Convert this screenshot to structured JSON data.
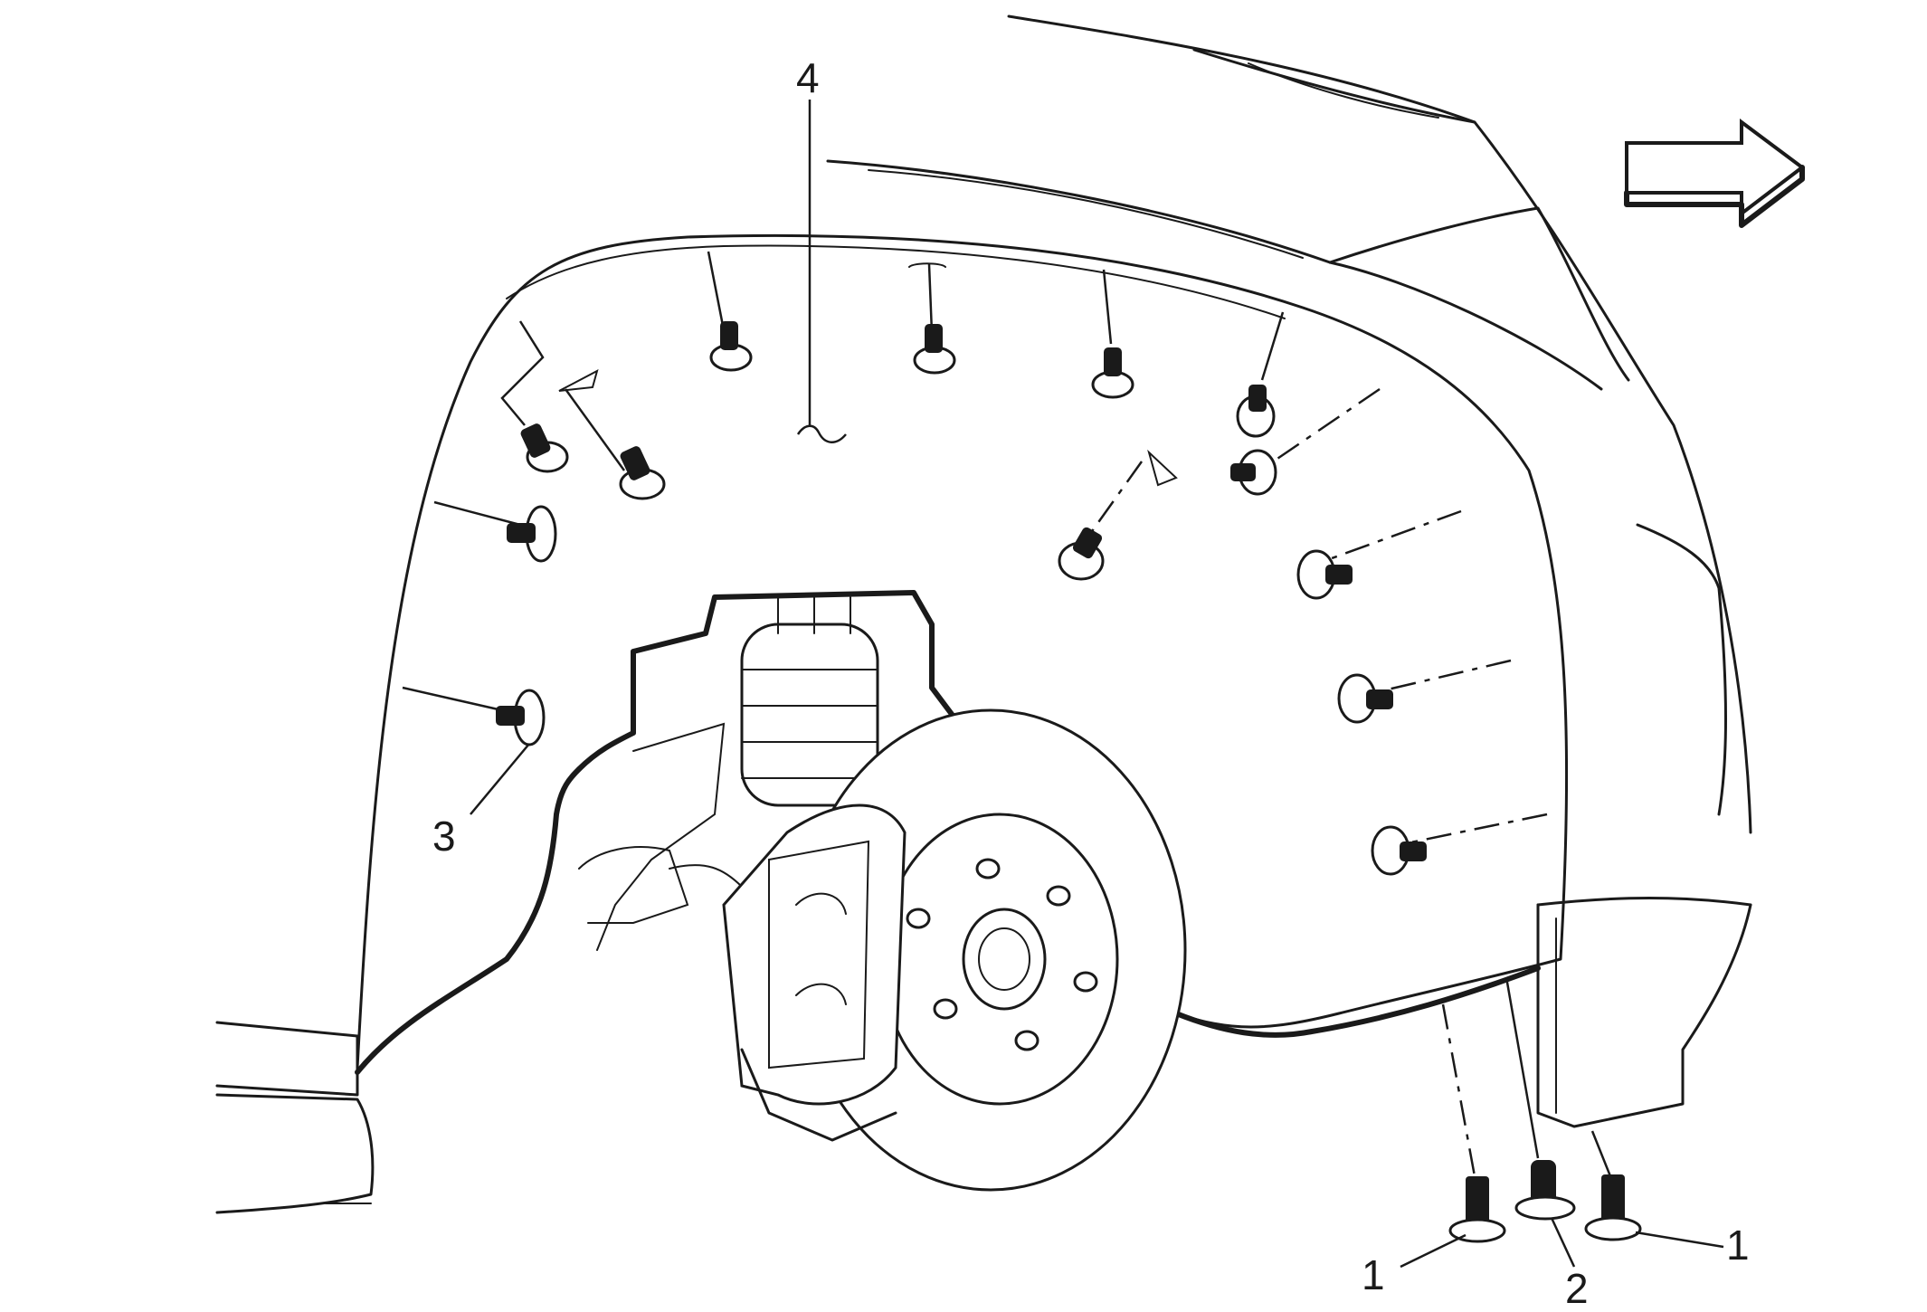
{
  "callouts": {
    "c1_left": "1",
    "c1_right": "1",
    "c2": "2",
    "c3": "3",
    "c4": "4"
  },
  "icons": {
    "direction": "arrow-right-icon"
  },
  "colors": {
    "line": "#1a1a1a",
    "background": "#ffffff"
  }
}
